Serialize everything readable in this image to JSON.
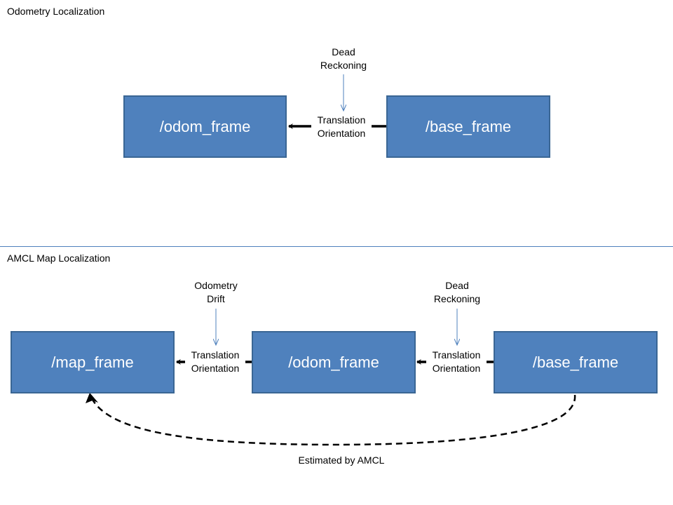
{
  "colors": {
    "box_fill": "#4f81bd",
    "box_border": "#3a6694",
    "box_text": "#ffffff",
    "divider": "#4f81bd",
    "thin_arrow": "#4f81bd",
    "arrow": "#000000"
  },
  "top_section": {
    "title": "Odometry Localization",
    "nodes": {
      "odom": "/odom_frame",
      "base": "/base_frame"
    },
    "source_note": {
      "line1": "Dead",
      "line2": "Reckoning"
    },
    "edge_label": {
      "line1": "Translation",
      "line2": "Orientation"
    }
  },
  "bottom_section": {
    "title": "AMCL Map Localization",
    "nodes": {
      "map": "/map_frame",
      "odom": "/odom_frame",
      "base": "/base_frame"
    },
    "drift_note": {
      "line1": "Odometry",
      "line2": "Drift"
    },
    "reckoning_note": {
      "line1": "Dead",
      "line2": "Reckoning"
    },
    "edge_label_left": {
      "line1": "Translation",
      "line2": "Orientation"
    },
    "edge_label_right": {
      "line1": "Translation",
      "line2": "Orientation"
    },
    "estimate_label": "Estimated by AMCL"
  }
}
